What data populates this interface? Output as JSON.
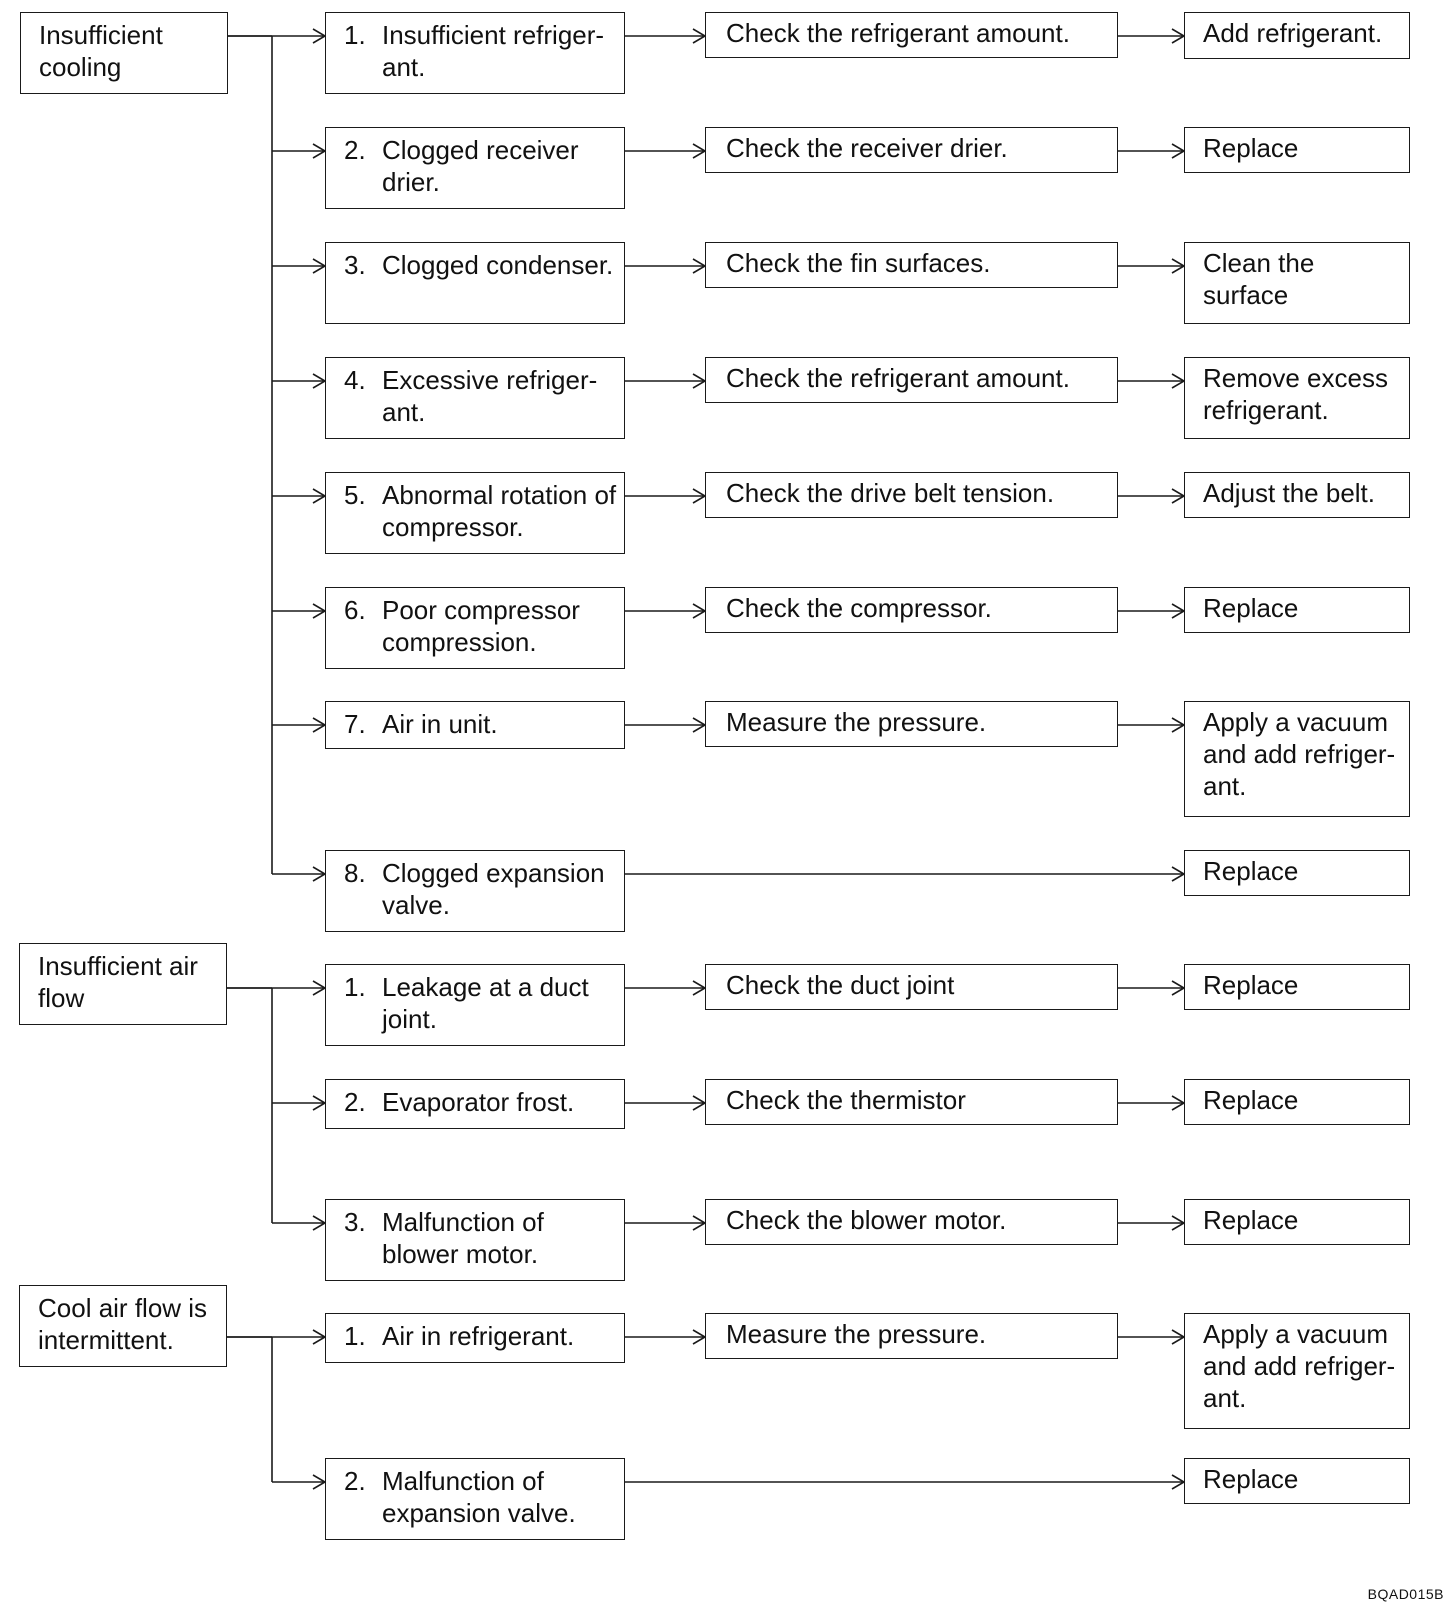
{
  "symptoms": [
    "Insufficient cooling",
    "Insufficient air flow",
    "Cool air flow is intermittent."
  ],
  "groups": [
    {
      "rows": [
        {
          "num": "1.",
          "cause": "Insufficient refriger- ant.",
          "check": "Check the refrigerant amount.",
          "action": "Add refrigerant."
        },
        {
          "num": "2.",
          "cause": "Clogged receiver drier.",
          "check": "Check the receiver drier.",
          "action": "Replace"
        },
        {
          "num": "3.",
          "cause": "Clogged condenser.",
          "check": "Check the fin surfaces.",
          "action": "Clean the surface"
        },
        {
          "num": "4.",
          "cause": "Excessive refriger- ant.",
          "check": "Check the refrigerant amount.",
          "action": "Remove excess refrigerant."
        },
        {
          "num": "5.",
          "cause": "Abnormal rotation of compressor.",
          "check": "Check the drive belt tension.",
          "action": "Adjust the belt."
        },
        {
          "num": "6.",
          "cause": "Poor compressor compression.",
          "check": "Check the compressor.",
          "action": "Replace"
        },
        {
          "num": "7.",
          "cause": "Air in unit.",
          "check": "Measure the pressure.",
          "action": "Apply a vacuum and add refriger- ant."
        },
        {
          "num": "8.",
          "cause": "Clogged expansion valve.",
          "check": "",
          "action": "Replace"
        }
      ]
    },
    {
      "rows": [
        {
          "num": "1.",
          "cause": "Leakage at a duct joint.",
          "check": "Check the duct joint",
          "action": "Replace"
        },
        {
          "num": "2.",
          "cause": "Evaporator frost.",
          "check": "Check the  thermistor",
          "action": "Replace"
        },
        {
          "num": "3.",
          "cause": "Malfunction of blower motor.",
          "check": "Check the blower motor.",
          "action": "Replace"
        }
      ]
    },
    {
      "rows": [
        {
          "num": "1.",
          "cause": "Air in refrigerant.",
          "check": "Measure the pressure.",
          "action": "Apply a vacuum and add refriger- ant."
        },
        {
          "num": "2.",
          "cause": "Malfunction of expansion valve.",
          "check": "",
          "action": "Replace"
        }
      ]
    }
  ],
  "figure_id": "BQAD015B"
}
